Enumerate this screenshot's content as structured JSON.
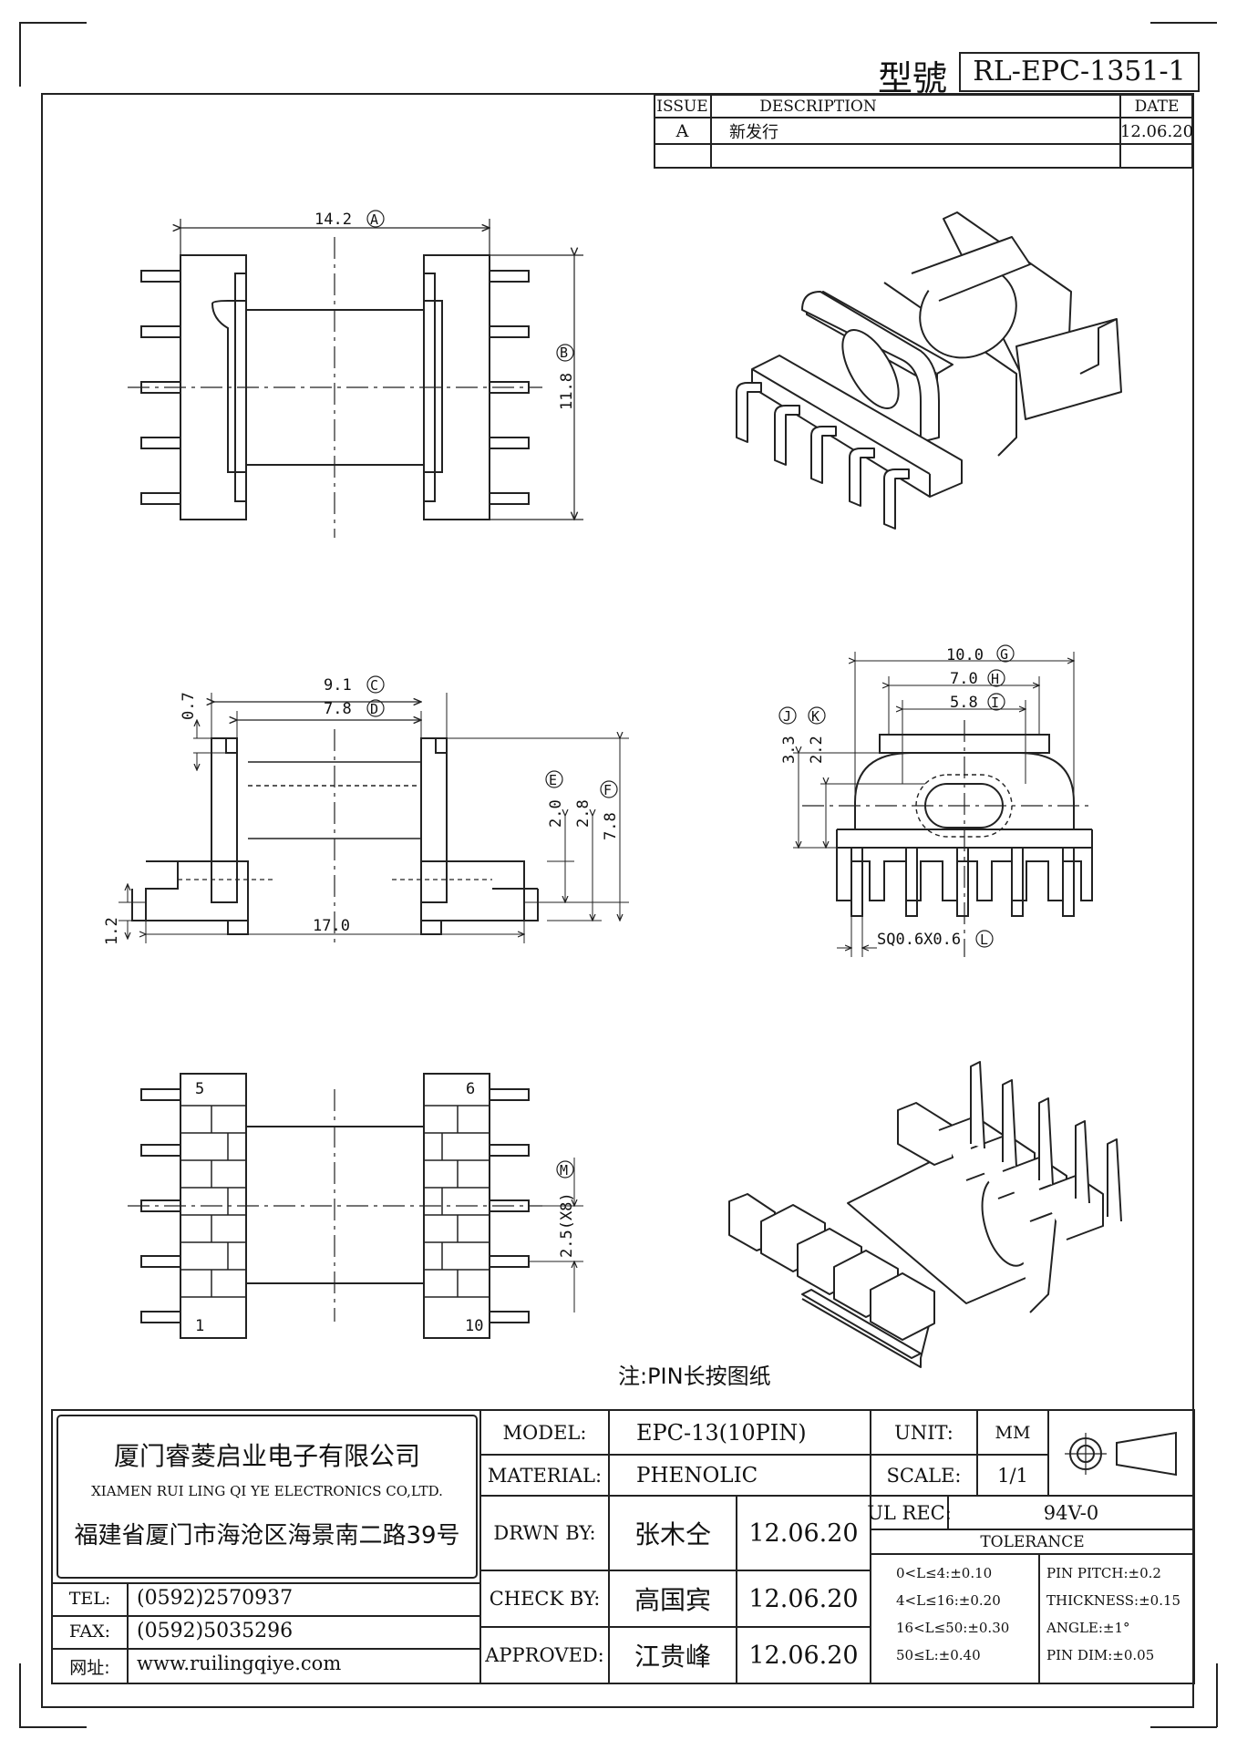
{
  "header": {
    "model_label": "型號",
    "model_value": "RL-EPC-1351-1"
  },
  "revision": {
    "col_issue": "ISSUE",
    "col_description": "DESCRIPTION",
    "col_date": "DATE",
    "rows": [
      {
        "issue": "A",
        "description": "新发行",
        "date": "12.06.20"
      }
    ]
  },
  "dims": {
    "A": "14.2",
    "A_tag": "A",
    "B": "11.8",
    "B_tag": "B",
    "C": "9.1",
    "C_tag": "C",
    "D": "7.8",
    "D_tag": "D",
    "top_h": "0.7",
    "E": "2.0",
    "E_tag": "E",
    "mid": "2.8",
    "F": "7.8",
    "F_tag": "F",
    "foot": "1.2",
    "span": "17.0",
    "G": "10.0",
    "G_tag": "G",
    "H": "7.0",
    "H_tag": "H",
    "I": "5.8",
    "I_tag": "I",
    "J": "3.3",
    "J_tag": "J",
    "K": "2.2",
    "K_tag": "K",
    "L": "SQ0.6X0.6",
    "L_tag": "L",
    "M": "2.5(X8)",
    "M_tag": "M"
  },
  "pins": {
    "p5": "5",
    "p6": "6",
    "p1": "1",
    "p10": "10"
  },
  "note": "注:PIN长按图纸",
  "company": {
    "name_cn": "厦门睿菱启业电子有限公司",
    "name_en": "XIAMEN RUI LING QI YE ELECTRONICS CO,LTD.",
    "address": "福建省厦门市海沧区海景南二路39号",
    "tel_label": "TEL:",
    "tel": "(0592)2570937",
    "fax_label": "FAX:",
    "fax": "(0592)5035296",
    "web_label": "网址:",
    "web": "www.ruilingqiye.com"
  },
  "spec": {
    "model_label": "MODEL:",
    "model": "EPC-13(10PIN)",
    "material_label": "MATERIAL:",
    "material": "PHENOLIC",
    "drawn_label": "DRWN BY:",
    "drawn_name": "张木仝",
    "drawn_date": "12.06.20",
    "check_label": "CHECK BY:",
    "check_name": "高国宾",
    "check_date": "12.06.20",
    "approved_label": "APPROVED:",
    "approved_name": "江贵峰",
    "approved_date": "12.06.20",
    "unit_label": "UNIT:",
    "unit": "MM",
    "scale_label": "SCALE:",
    "scale": "1/1",
    "ul_label": "UL REC:",
    "ul": "94V-0",
    "tolerance_title": "TOLERANCE",
    "tol_1": "0<L≤4:±0.10",
    "tol_2": "4<L≤16:±0.20",
    "tol_3": "16<L≤50:±0.30",
    "tol_4": "50≤L:±0.40",
    "tol_5": "PIN PITCH:±0.2",
    "tol_6": "THICKNESS:±0.15",
    "tol_7": "ANGLE:±1°",
    "tol_8": "PIN DIM:±0.05"
  }
}
